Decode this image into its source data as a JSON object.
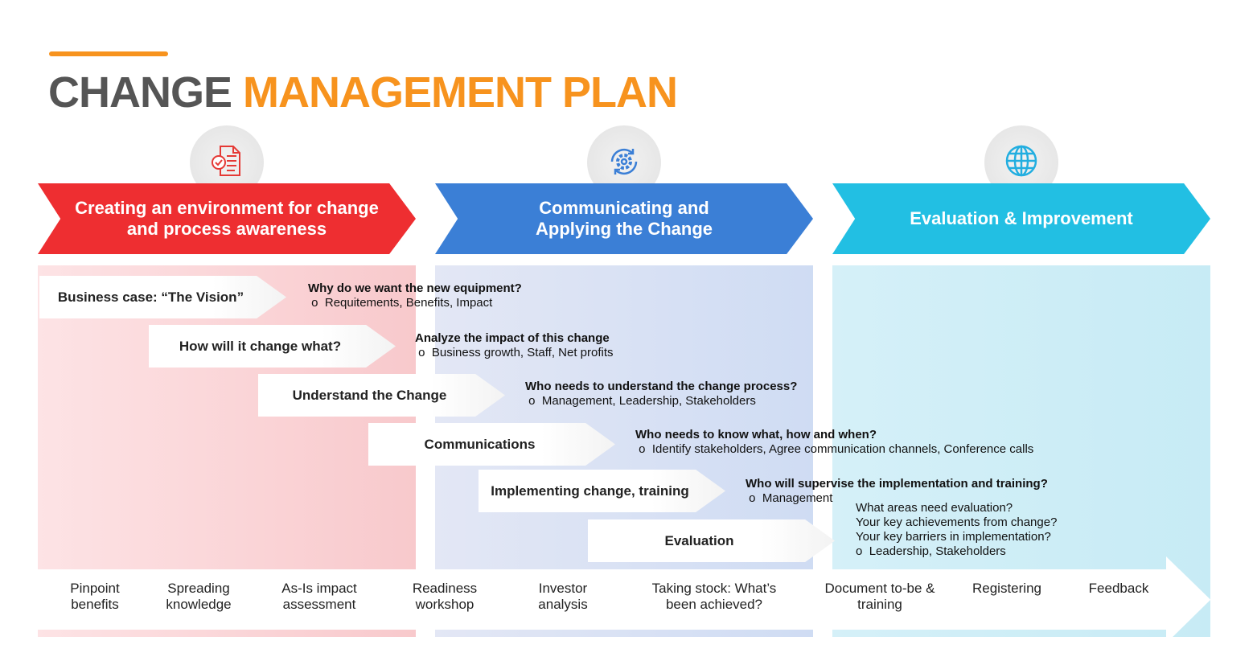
{
  "title": {
    "part1": "CHANGE",
    "part2": "MANAGEMENT PLAN"
  },
  "phases": [
    {
      "label": "Creating an environment for change and process awareness",
      "icon": "document-check-icon",
      "color": "#ee2e31"
    },
    {
      "label": "Communicating and Applying the Change",
      "icon": "gear-cycle-icon",
      "color": "#3b7fd6"
    },
    {
      "label": "Evaluation & Improvement",
      "icon": "globe-icon",
      "color": "#22bfe3"
    }
  ],
  "steps": [
    {
      "label": "Business case: “The Vision”",
      "question": "Why do we want the new equipment?",
      "detail": "Requitements, Benefits, Impact"
    },
    {
      "label": "How will it change what?",
      "question": "Analyze the impact of this change",
      "detail": "Business growth, Staff, Net profits"
    },
    {
      "label": "Understand the Change",
      "question": "Who needs to understand the change process?",
      "detail": "Management, Leadership, Stakeholders"
    },
    {
      "label": "Communications",
      "question": "Who needs to know what, how and when?",
      "detail": "Identify stakeholders, Agree communication channels, Conference calls"
    },
    {
      "label": "Implementing change, training",
      "question": "Who will supervise the implementation and training?",
      "detail": "Management"
    },
    {
      "label": "Evaluation",
      "lines": [
        "What areas need evaluation?",
        "Your key achievements from change?",
        "Your key barriers in implementation?"
      ],
      "detail": "Leadership, Stakeholders"
    }
  ],
  "timeline": [
    "Pinpoint benefits",
    "Spreading knowledge",
    "As-Is impact assessment",
    "Readiness workshop",
    "Investor analysis",
    "Taking stock: What’s been achieved?",
    "Document to-be & training",
    "Registering",
    "Feedback"
  ]
}
